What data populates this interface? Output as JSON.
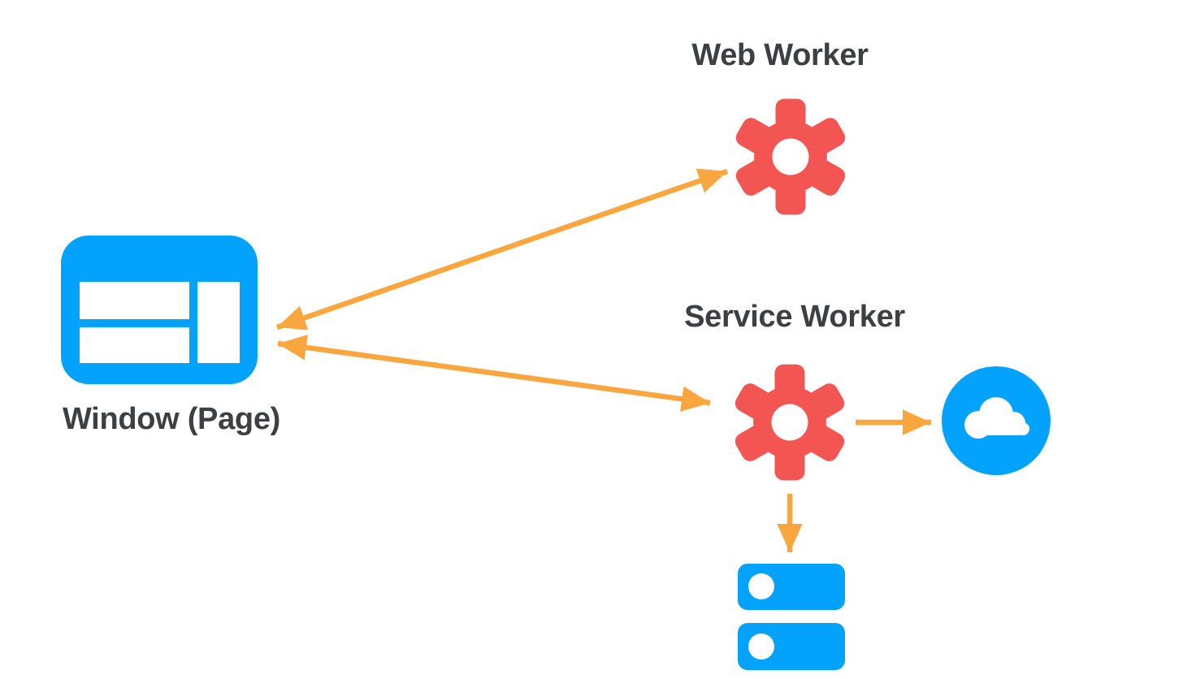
{
  "colors": {
    "blue": "#03a2fc",
    "red": "#f25552",
    "orange": "#faa63f",
    "label": "#3c4043",
    "white": "#ffffff",
    "background": "#ffffff"
  },
  "nodes": {
    "web_worker": {
      "label": "Web Worker",
      "icon": "gear-icon",
      "icon_color": "red"
    },
    "service_worker": {
      "label": "Service Worker",
      "icon": "gear-icon",
      "icon_color": "red"
    },
    "window_page": {
      "label": "Window (Page)",
      "icon": "browser-window-icon",
      "icon_color": "blue"
    },
    "network": {
      "label": "",
      "icon": "cloud-icon",
      "icon_color": "blue"
    },
    "storage": {
      "label": "",
      "icon": "database-icon",
      "icon_color": "blue"
    }
  },
  "edges": [
    {
      "from": "window_page",
      "to": "web_worker",
      "direction": "bidirectional",
      "color": "orange"
    },
    {
      "from": "window_page",
      "to": "service_worker",
      "direction": "bidirectional",
      "color": "orange"
    },
    {
      "from": "service_worker",
      "to": "network",
      "direction": "one-way",
      "color": "orange"
    },
    {
      "from": "service_worker",
      "to": "storage",
      "direction": "one-way",
      "color": "orange"
    }
  ]
}
